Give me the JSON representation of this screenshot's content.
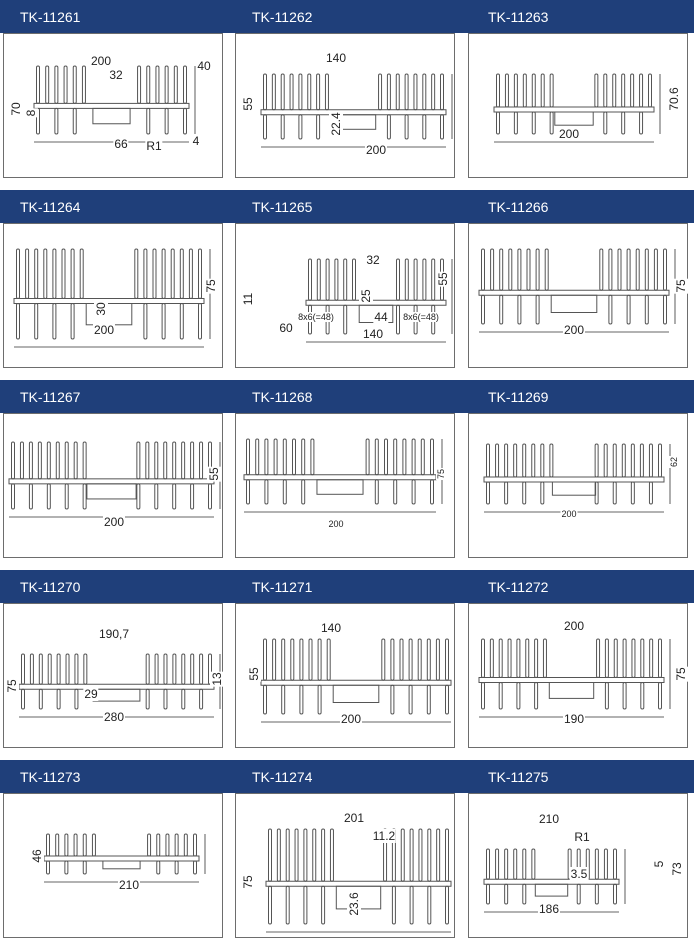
{
  "colors": {
    "header": "#1f3f7a",
    "line": "#555555"
  },
  "rows": [
    {
      "items": [
        {
          "title": "TK-11261",
          "dims": [
            "200",
            "32",
            "40",
            "70",
            "8",
            "66",
            "R1",
            "4"
          ]
        },
        {
          "title": "TK-11262",
          "dims": [
            "140",
            "55",
            "22.4",
            "200"
          ]
        },
        {
          "title": "TK-11263",
          "dims": [
            "200",
            "70.6"
          ]
        }
      ]
    },
    {
      "items": [
        {
          "title": "TK-11264",
          "dims": [
            "75",
            "30",
            "200"
          ]
        },
        {
          "title": "TK-11265",
          "dims": [
            "32",
            "55",
            "25",
            "11",
            "8x6(=48)",
            "44",
            "8x6(=48)",
            "60",
            "140"
          ]
        },
        {
          "title": "TK-11266",
          "dims": [
            "75",
            "200"
          ]
        }
      ]
    },
    {
      "items": [
        {
          "title": "TK-11267",
          "dims": [
            "55",
            "200"
          ]
        },
        {
          "title": "TK-11268",
          "dims": [
            "75",
            "200"
          ]
        },
        {
          "title": "TK-11269",
          "dims": [
            "62",
            "200"
          ]
        }
      ]
    },
    {
      "items": [
        {
          "title": "TK-11270",
          "dims": [
            "190,7",
            "75",
            "29",
            "13",
            "280"
          ]
        },
        {
          "title": "TK-11271",
          "dims": [
            "140",
            "55",
            "200"
          ]
        },
        {
          "title": "TK-11272",
          "dims": [
            "200",
            "75",
            "190"
          ]
        }
      ]
    },
    {
      "items": [
        {
          "title": "TK-11273",
          "dims": [
            "46",
            "210"
          ]
        },
        {
          "title": "TK-11274",
          "dims": [
            "201",
            "11.2",
            "75",
            "23.6"
          ]
        },
        {
          "title": "TK-11275",
          "dims": [
            "210",
            "R1",
            "5",
            "73",
            "3.5",
            "186"
          ]
        }
      ]
    }
  ]
}
